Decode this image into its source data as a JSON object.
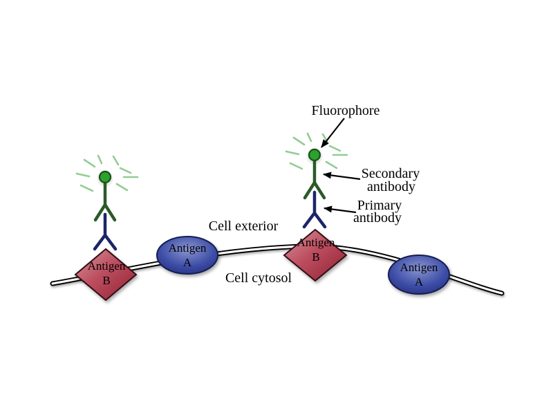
{
  "figure": {
    "description": "Indirect immunofluorescence diagram: primary and secondary antibodies with fluorophore bound to membrane antigens",
    "labels": {
      "fluorophore": "Fluorophore",
      "secondary_line1": "Secondary",
      "secondary_line2": "antibody",
      "primary_line1": "Primary",
      "primary_line2": "antibody",
      "cell_exterior": "Cell exterior",
      "cell_cytosol": "Cell cytosol",
      "antigen": "Antigen",
      "antigen_a": "A",
      "antigen_b": "B"
    },
    "colors": {
      "background": "#ffffff",
      "fluorophore_fill": "#2da12d",
      "fluorophore_stroke": "#155215",
      "glow_dashes": "#93cb93",
      "secondary_antibody": "#2b5a28",
      "primary_antibody": "#1d2569",
      "antigen_b_fill_light": "#d7959d",
      "antigen_b_fill_dark": "#8f1f33",
      "antigen_b_border": "#330a12",
      "antigen_a_fill_light": "#8a95d0",
      "antigen_a_fill_dark": "#232e7c",
      "antigen_a_border": "#131b52",
      "membrane_outline": "#000000",
      "membrane_core": "#ffffff",
      "annotation_text": "#000000"
    }
  }
}
